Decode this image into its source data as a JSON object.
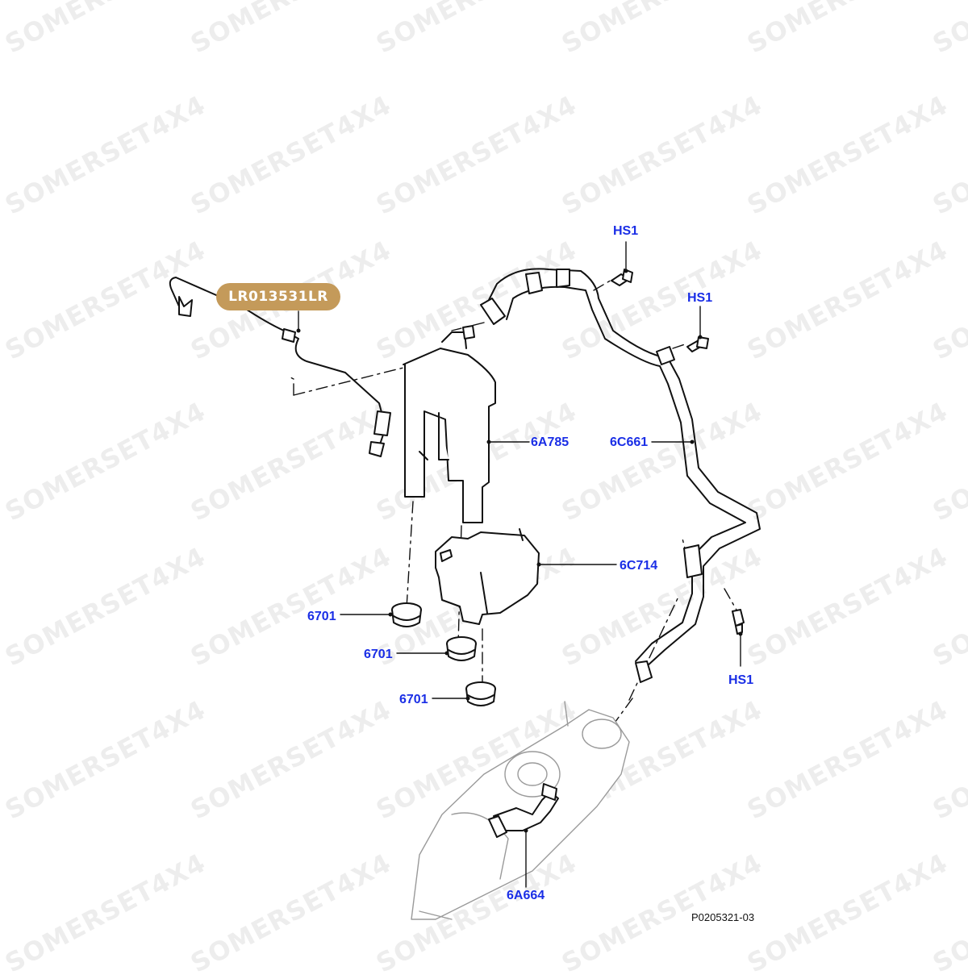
{
  "watermark": {
    "text": "SOMERSET4X4"
  },
  "part_badge": {
    "label": "LR013531LR",
    "color": "#c49a5a"
  },
  "callouts": {
    "hs1_top": "HS1",
    "hs1_mid": "HS1",
    "hs1_bottom": "HS1",
    "c6a785": "6A785",
    "c6c661": "6C661",
    "c6c714": "6C714",
    "c6701_a": "6701",
    "c6701_b": "6701",
    "c6701_c": "6701",
    "c6a664": "6A664"
  },
  "figure_id": "P0205321-03",
  "colors": {
    "callout": "#1a2ee6",
    "line": "#111111"
  }
}
